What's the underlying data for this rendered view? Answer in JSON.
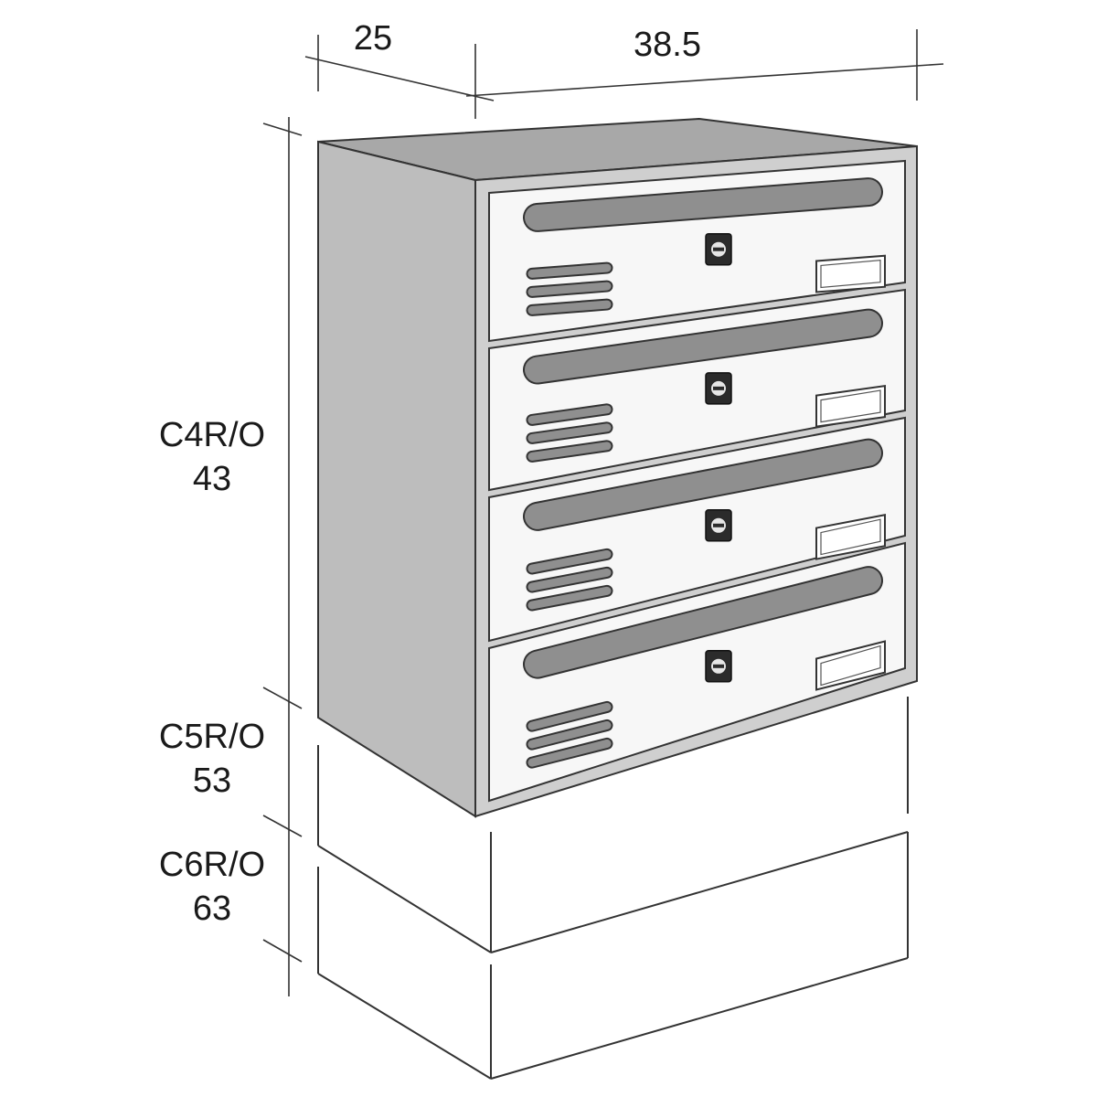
{
  "dimensions": {
    "depth": "25",
    "width": "38.5"
  },
  "heights": [
    {
      "model": "C4R/O",
      "value": "43"
    },
    {
      "model": "C5R/O",
      "value": "53"
    },
    {
      "model": "C6R/O",
      "value": "63"
    }
  ],
  "mailbox_units": 4,
  "colors": {
    "body_side": "#bdbdbd",
    "body_top": "#a8a8a8",
    "door_face": "#f7f7f7",
    "slot": "#8f8f8f",
    "lock": "#2b2b2b"
  }
}
